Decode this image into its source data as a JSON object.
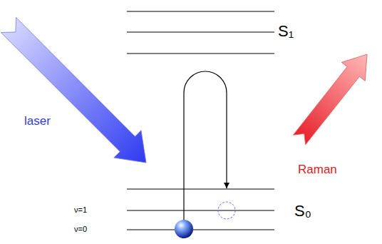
{
  "diagram": {
    "labels": [
      "S₁",
      "laser",
      "Raman",
      "ν=1",
      "ν=0",
      "S₀"
    ]
  }
}
